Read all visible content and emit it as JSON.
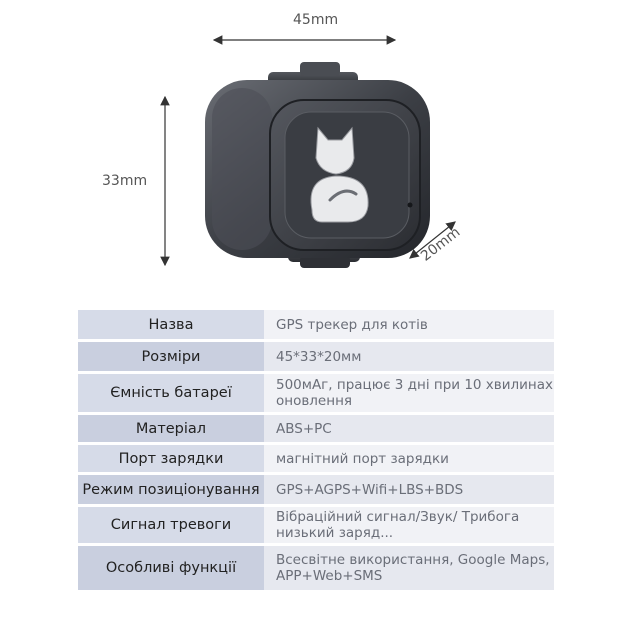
{
  "dimensions": {
    "width": "45mm",
    "height": "33mm",
    "depth": "20mm"
  },
  "specs": [
    {
      "key": "Назва",
      "value": "GPS трекер для котів"
    },
    {
      "key": "Розміри",
      "value": "45*33*20мм"
    },
    {
      "key": "Ємність батареї",
      "value": "500мАг, працює 3 дні при 10 хвилинах оновлення"
    },
    {
      "key": "Матеріал",
      "value": "ABS+PC"
    },
    {
      "key": "Порт зарядки",
      "value": "магнітний порт зарядки"
    },
    {
      "key": "Режим позиціонування",
      "value": "GPS+AGPS+Wifi+LBS+BDS"
    },
    {
      "key": "Сигнал тревоги",
      "value": "Вібраційний сигнал/Звук/ Трибога низький заряд..."
    },
    {
      "key": "Особливі функції",
      "value": "Всесвітне використання, Google Maps, APP+Web+SMS"
    }
  ]
}
